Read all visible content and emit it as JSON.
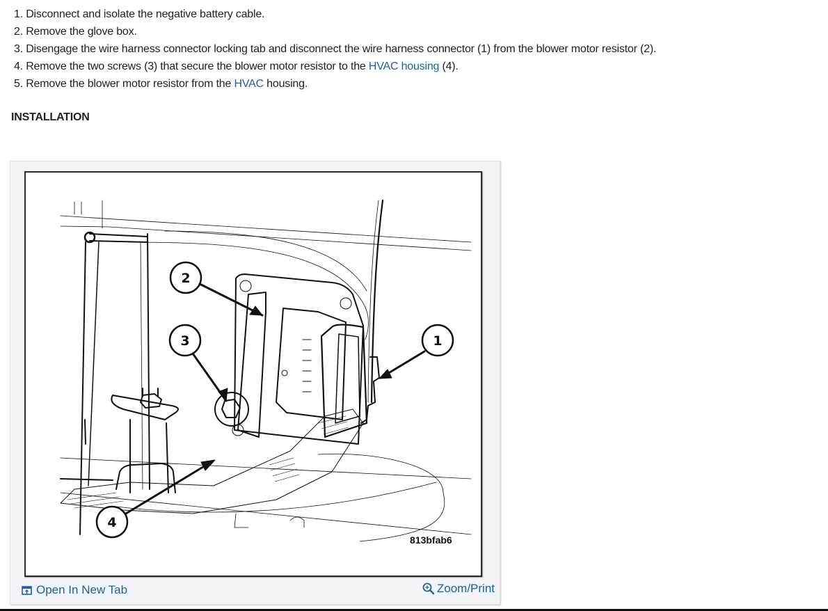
{
  "steps": [
    {
      "prefix": "1. Disconnect and isolate the negative battery cable.",
      "link": "",
      "suffix": ""
    },
    {
      "prefix": "2. Remove the glove box.",
      "link": "",
      "suffix": ""
    },
    {
      "prefix": "3. Disengage the wire harness connector locking tab and disconnect the wire harness connector (1) from the blower motor resistor (2).",
      "link": "",
      "suffix": ""
    },
    {
      "prefix": "4. Remove the two screws (3) that secure the blower motor resistor to the ",
      "link": "HVAC housing",
      "suffix": " (4)."
    },
    {
      "prefix": "5. Remove the blower motor resistor from the ",
      "link": "HVAC",
      "suffix": " housing."
    }
  ],
  "section": {
    "title": "INSTALLATION"
  },
  "figure": {
    "id": "813bfab6",
    "callouts": [
      "1",
      "2",
      "3",
      "4"
    ]
  },
  "card_footer": {
    "open_new_tab": "Open In New Tab",
    "zoom_print": "Zoom/Print"
  },
  "icons": {
    "open_new_tab": "open-new-tab-icon",
    "zoom_print": "zoom-in-icon"
  },
  "colors": {
    "link": "#1f5fa8",
    "text": "#212121",
    "card_bg": "#f3f4f7"
  }
}
